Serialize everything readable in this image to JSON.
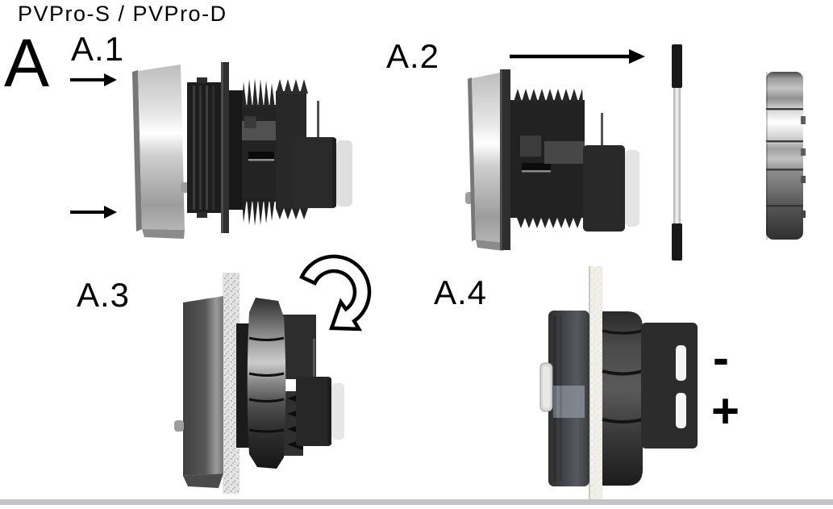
{
  "page": {
    "title": "PVPro-S / PVPro-D",
    "section_label": "A"
  },
  "steps": [
    {
      "label": "A.1"
    },
    {
      "label": "A.2"
    },
    {
      "label": "A.3"
    },
    {
      "label": "A.4"
    }
  ],
  "terminals": {
    "negative": "-",
    "positive": "+"
  },
  "icons": {
    "step_direction": "right-arrow",
    "rotation": "clockwise-rotation-arrow"
  },
  "colors": {
    "ink": "#000000",
    "footer_bar": "#c4c4c8",
    "metal_highlight": "#ffffff",
    "metal_mid": "#c0c0c0",
    "plastic_dark": "#1d1d1d",
    "panel_speckle_gray": "#e4e4e4",
    "panel_speckle_cream": "#f1f0ea"
  }
}
